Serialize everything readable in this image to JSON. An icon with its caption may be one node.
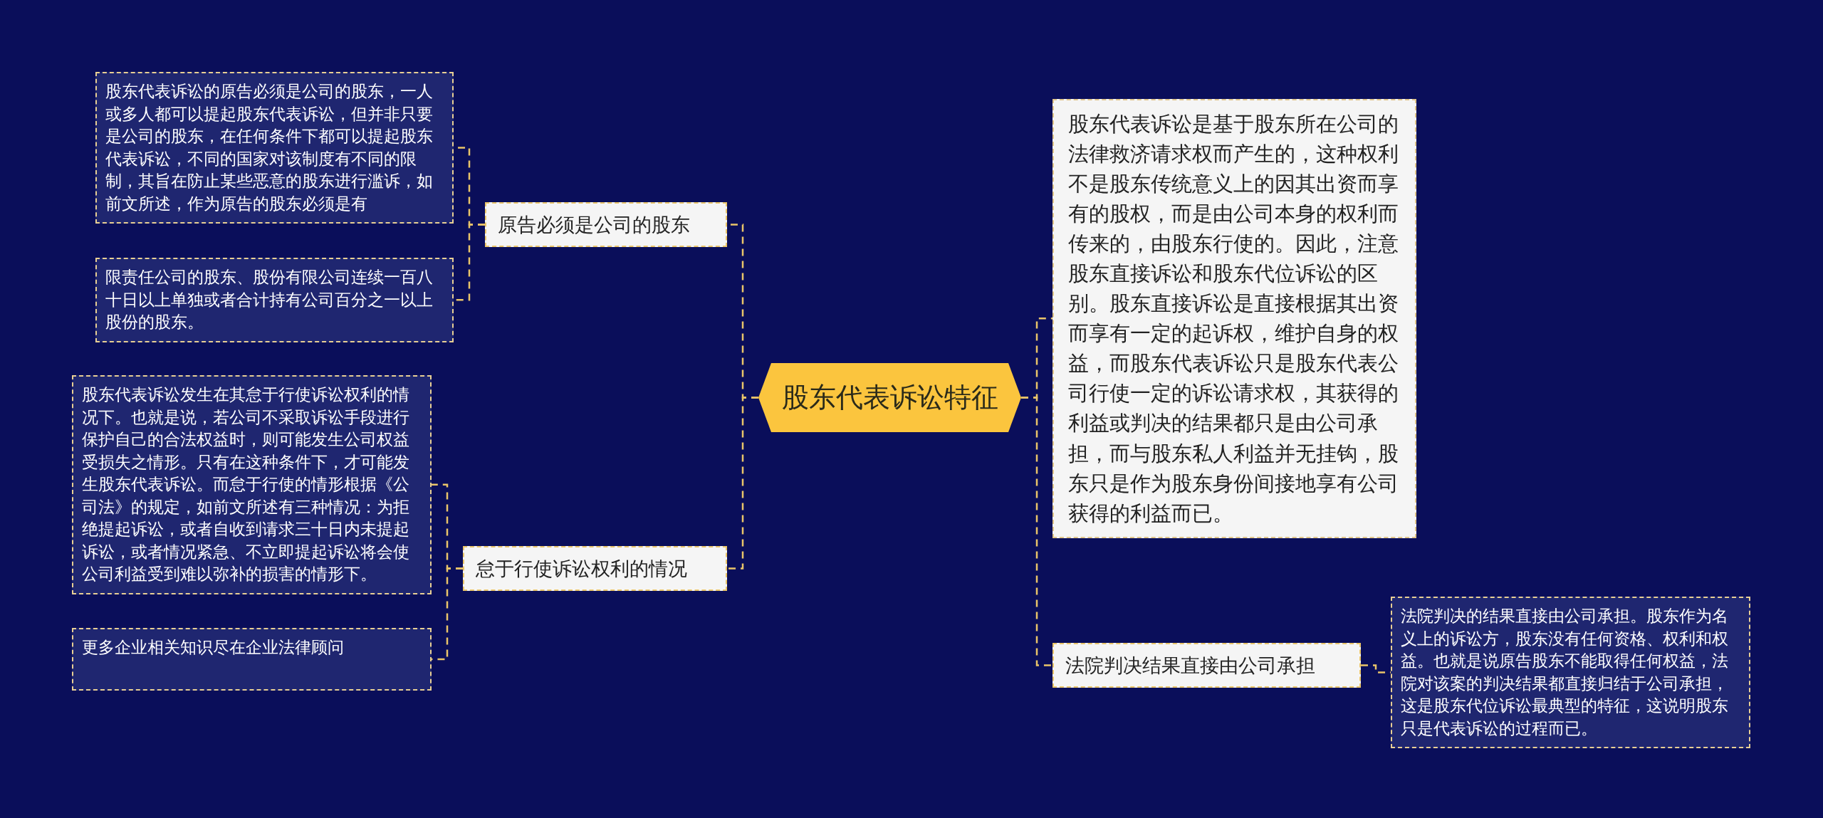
{
  "diagram": {
    "nodes": [
      {
        "text": [
          "股东代表诉讼特征"
        ]
      },
      {
        "text": [
          "原告必须是公司的股东"
        ]
      },
      {
        "text": [
          "股东代表诉讼的原告必须是公司的股东，一人或多人都可以提起股东代表诉讼，但并非只要是公司的股东，在任何条件下都可以提起股东代表诉讼，不同的国家对该制度有不同的限制，其旨在防止某些恶意的股东进行滥诉，如前文所述，作为原告的股东必须是有"
        ]
      },
      {
        "text": [
          "限责任公司的股东、股份有限公司连续一百八十日以上单独或者合计持有公司百分之一以上股份的股东。"
        ]
      },
      {
        "text": [
          "怠于行使诉讼权利的情况"
        ]
      },
      {
        "text": [
          "股东代表诉讼发生在其怠于行使诉讼权利的情况下。也就是说，若公司不采取诉讼手段进行保护自己的合法权益时，则可能发生公司权益受损失之情形。只有在这种条件下，才可能发生股东代表诉讼。而怠于行使的情形根据《公司法》的规定，如前文所述有三种情况：为拒绝提起诉讼，或者自收到请求三十日内未提起诉讼，或者情况紧急、不立即提起诉讼将会使公司利益受到难以弥补的损害的情形下。"
        ]
      },
      {
        "text": [
          "更多企业相关知识尽在企业法律顾问"
        ]
      },
      {
        "text": [
          "股东代表诉讼是基于股东所在公司的法律救济请求权而产生的，这种权利不是股东传统意义上的因其出资而享有的股权，而是由公司本身的权利而传来的，由股东行使的。因此，注意股东直接诉讼和股东代位诉讼的区别。股东直接诉讼是直接根据其出资而享有一定的起诉权，维护自身的权益，而股东代表诉讼只是股东代表公司行使一定的诉讼请求权，其获得的利益或判决的结果都只是由公司承担，而与股东私人利益并无挂钩，股东只是作为股东身份间接地享有公司获得的利益而已。"
        ]
      },
      {
        "text": [
          "法院判决结果直接由公司承担"
        ]
      },
      {
        "text": [
          "法院判决的结果直接由公司承担。股东作为名义上的诉讼方，股东没有任何资格、权利和权益。也就是说原告股东不能取得任何权益，法院对该案的判决结果都直接归结于公司承担，这是股东代位诉讼最典型的特征，这说明股东只是代表诉讼的过程而已。"
        ]
      }
    ],
    "edges": [
      {
        "from": 0,
        "to": 1,
        "arrow": "none",
        "style": "dashed"
      },
      {
        "from": 1,
        "to": 2,
        "arrow": "none",
        "style": "dashed"
      },
      {
        "from": 1,
        "to": 3,
        "arrow": "none",
        "style": "dashed"
      },
      {
        "from": 0,
        "to": 4,
        "arrow": "none",
        "style": "dashed"
      },
      {
        "from": 4,
        "to": 5,
        "arrow": "none",
        "style": "dashed"
      },
      {
        "from": 4,
        "to": 6,
        "arrow": "none",
        "style": "dashed"
      },
      {
        "from": 0,
        "to": 7,
        "arrow": "none",
        "style": "dashed"
      },
      {
        "from": 0,
        "to": 8,
        "arrow": "none",
        "style": "dashed"
      },
      {
        "from": 8,
        "to": 9,
        "arrow": "none",
        "style": "dashed"
      }
    ]
  }
}
